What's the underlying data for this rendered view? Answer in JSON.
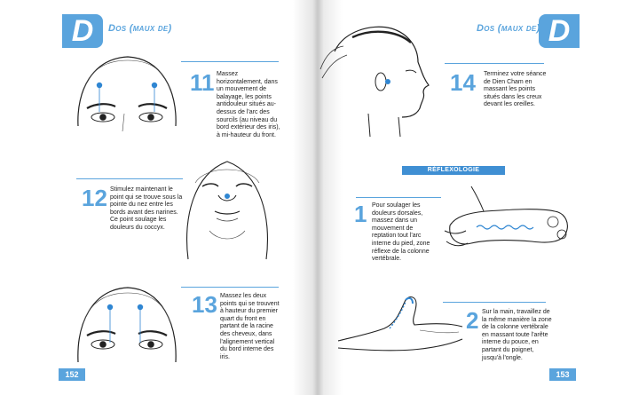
{
  "left_page": {
    "tab_letter": "D",
    "header": "Dos (maux de)",
    "page_number": "152",
    "steps": [
      {
        "number": "11",
        "text": "Massez horizontalement, dans un mouvement de balayage, les points antidouleur situés au-dessus de l'arc des sourcils (au niveau du bord extérieur des iris), à mi-hauteur du front."
      },
      {
        "number": "12",
        "text": "Stimulez maintenant le point qui se trouve sous la pointe du nez entre les bords avant des narines. Ce point soulage les douleurs du coccyx."
      },
      {
        "number": "13",
        "text": "Massez les deux points qui se trouvent à hauteur du premier quart du front en partant de la racine des cheveux, dans l'alignement vertical du bord interne des iris."
      }
    ]
  },
  "right_page": {
    "tab_letter": "D",
    "header": "Dos (maux de)",
    "page_number": "153",
    "steps": [
      {
        "number": "14",
        "text": "Terminez votre séance de Dien Cham en massant les points situés dans les creux devant les oreilles."
      }
    ],
    "section_title": "RÉFLEXOLOGIE",
    "reflexology_steps": [
      {
        "number": "1",
        "text": "Pour soulager les douleurs dorsales, massez dans un mouvement de reptation tout l'arc interne du pied, zone réflexe de la colonne vertébrale."
      },
      {
        "number": "2",
        "text": "Sur la main, travaillez de la même manière la zone de la colonne vertébrale en massant toute l'arête interne du pouce, en partant du poignet, jusqu'à l'ongle."
      }
    ]
  },
  "colors": {
    "accent": "#5aa4dd",
    "dot": "#2f86d2"
  },
  "icons": [
    "face-eyes-illustration",
    "face-upturned-illustration",
    "face-profile-illustration",
    "foot-illustration",
    "hand-illustration"
  ]
}
